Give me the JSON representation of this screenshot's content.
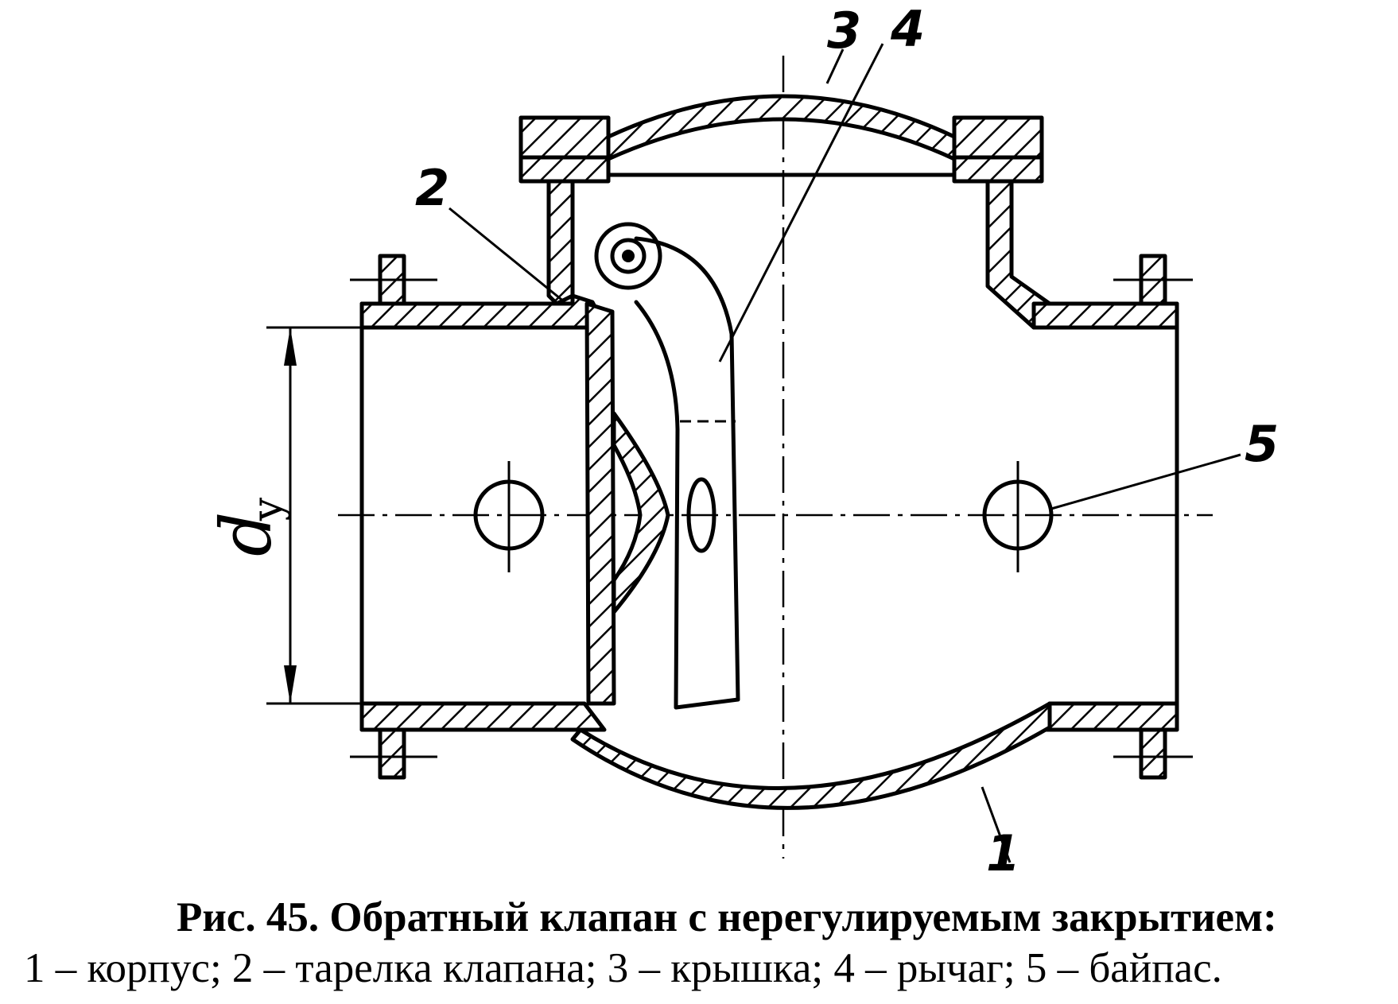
{
  "diagram": {
    "part_labels": [
      "1",
      "2",
      "3",
      "4",
      "5"
    ],
    "dimension_label": "d",
    "dimension_subscript": "у"
  },
  "caption": {
    "title": "Рис. 45. Обратный клапан с нерегулируемым закрытием:",
    "legend": "1 – корпус; 2 – тарелка клапана; 3 – крышка; 4 – рычаг; 5 – байпас."
  }
}
